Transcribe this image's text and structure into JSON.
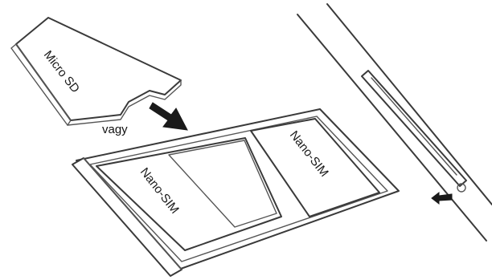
{
  "labels": {
    "microsd": "Micro SD",
    "or_word": "vagy",
    "nano_sim_left": "Nano-SIM",
    "nano_sim_right": "Nano-SIM"
  },
  "colors": {
    "line": "#3a3a3a",
    "arrow": "#1a1a1a",
    "background": "#ffffff"
  },
  "icons": {
    "insert_arrow": "arrow-down-right-icon",
    "eject_arrow": "arrow-left-icon"
  }
}
